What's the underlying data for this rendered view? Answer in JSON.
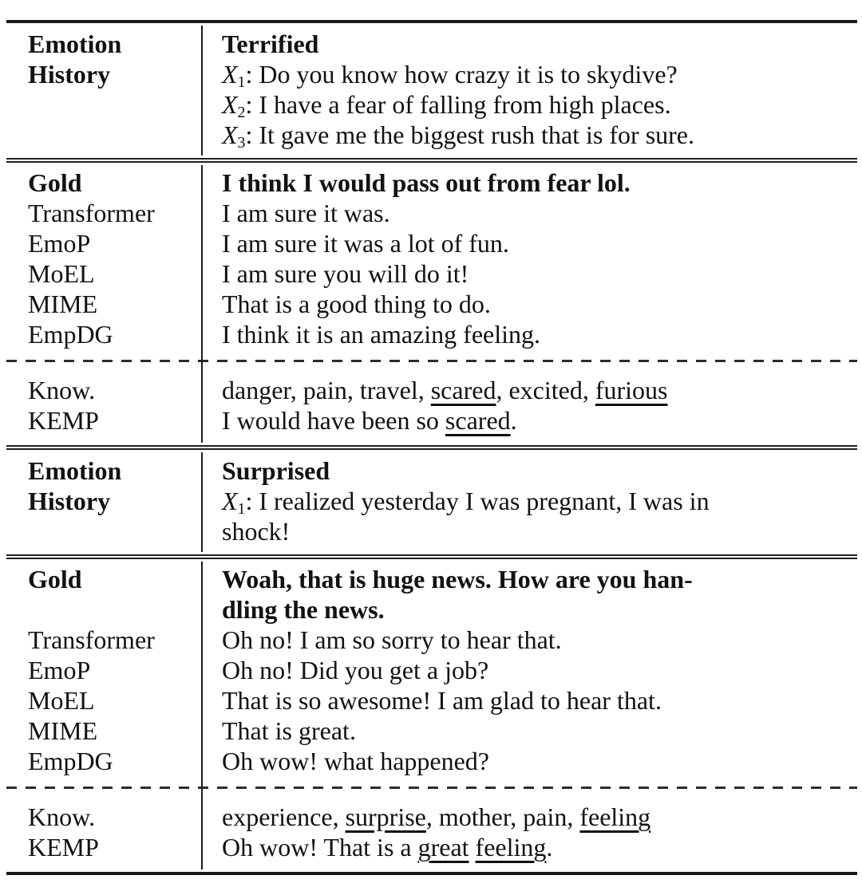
{
  "table": {
    "cases": [
      {
        "header_rows": [
          {
            "label": "Emotion",
            "label_bold": true,
            "content": [
              {
                "text": "Terrified",
                "bold": true
              }
            ]
          },
          {
            "label": "History",
            "label_bold": true,
            "content": [
              {
                "var": "X",
                "sub": "1"
              },
              {
                "text": ": Do you know how crazy it is to skydive?"
              }
            ]
          },
          {
            "label": "",
            "content": [
              {
                "var": "X",
                "sub": "2"
              },
              {
                "text": ": I have a fear of falling from high places."
              }
            ]
          },
          {
            "label": "",
            "content": [
              {
                "var": "X",
                "sub": "3"
              },
              {
                "text": ": It gave me the biggest rush that is for sure."
              }
            ]
          }
        ],
        "response_rows": [
          {
            "label": "Gold",
            "label_bold": true,
            "content": [
              {
                "text": "I think I would pass out from fear lol.",
                "bold": true
              }
            ]
          },
          {
            "label": "Transformer",
            "content": [
              {
                "text": "I am sure it was."
              }
            ]
          },
          {
            "label": "EmoP",
            "content": [
              {
                "text": "I am sure it was a lot of fun."
              }
            ]
          },
          {
            "label": "MoEL",
            "content": [
              {
                "text": "I am sure you will do it!"
              }
            ]
          },
          {
            "label": "MIME",
            "content": [
              {
                "text": "That is a good thing to do."
              }
            ]
          },
          {
            "label": "EmpDG",
            "content": [
              {
                "text": "I think it is an amazing feeling."
              }
            ]
          }
        ],
        "knowledge_rows": [
          {
            "label": "Know.",
            "content": [
              {
                "text": "danger, pain, travel, "
              },
              {
                "text": "scared",
                "underline": true
              },
              {
                "text": ", excited, "
              },
              {
                "text": "furious",
                "underline": true
              }
            ]
          },
          {
            "label": "KEMP",
            "content": [
              {
                "text": "I would have been so "
              },
              {
                "text": "scared",
                "underline": true
              },
              {
                "text": "."
              }
            ]
          }
        ]
      },
      {
        "header_rows": [
          {
            "label": "Emotion",
            "label_bold": true,
            "content": [
              {
                "text": "Surprised",
                "bold": true
              }
            ]
          },
          {
            "label": "History",
            "label_bold": true,
            "content": [
              {
                "var": "X",
                "sub": "1"
              },
              {
                "text": ":  I realized yesterday I was pregnant, I was in"
              },
              {
                "break": true
              },
              {
                "text": "shock!"
              }
            ]
          }
        ],
        "response_rows": [
          {
            "label": "Gold",
            "label_bold": true,
            "content": [
              {
                "text": "Woah, that is huge news. How are you han-",
                "bold": true
              },
              {
                "break": true
              },
              {
                "text": "dling the news.",
                "bold": true
              }
            ]
          },
          {
            "label": "Transformer",
            "content": [
              {
                "text": "Oh no! I am so sorry to hear that."
              }
            ]
          },
          {
            "label": "EmoP",
            "content": [
              {
                "text": "Oh no! Did you get a job?"
              }
            ]
          },
          {
            "label": "MoEL",
            "content": [
              {
                "text": "That is so awesome! I am glad to hear that."
              }
            ]
          },
          {
            "label": "MIME",
            "content": [
              {
                "text": "That is great."
              }
            ]
          },
          {
            "label": "EmpDG",
            "content": [
              {
                "text": "Oh wow! what happened?"
              }
            ]
          }
        ],
        "knowledge_rows": [
          {
            "label": "Know.",
            "content": [
              {
                "text": "experience, "
              },
              {
                "text": "surprise",
                "underline": true
              },
              {
                "text": ", mother, pain, "
              },
              {
                "text": "feeling",
                "underline": true
              }
            ]
          },
          {
            "label": "KEMP",
            "content": [
              {
                "text": "Oh wow! That is a "
              },
              {
                "text": "great",
                "underline": true
              },
              {
                "text": " "
              },
              {
                "text": "feeling",
                "underline": true
              },
              {
                "text": "."
              }
            ]
          }
        ]
      }
    ]
  }
}
